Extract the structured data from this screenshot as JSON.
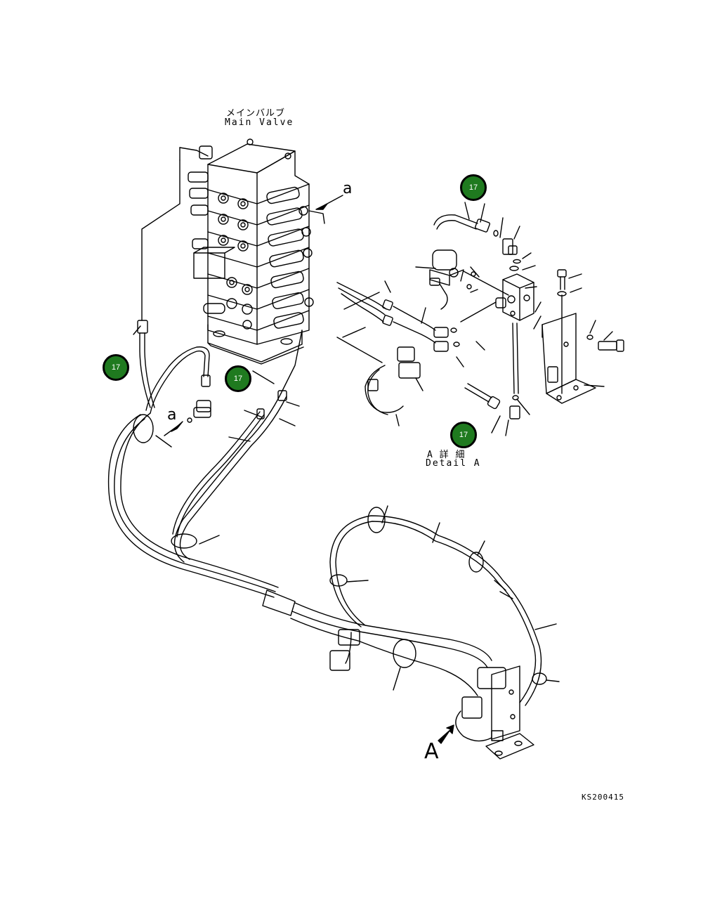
{
  "title": {
    "japanese": "メインバルブ",
    "english": "Main Valve"
  },
  "markers": {
    "a_top": "a",
    "a_left": "a",
    "view_arrow": "A"
  },
  "detail": {
    "japanese": "A 詳 細",
    "english": "Detail A"
  },
  "callouts": [
    {
      "label": "17"
    },
    {
      "label": "17"
    },
    {
      "label": "17"
    },
    {
      "label": "17"
    }
  ],
  "drawing_code": "KS200415",
  "colors": {
    "callout_fill": "#1f7a1f",
    "line": "#000000"
  }
}
